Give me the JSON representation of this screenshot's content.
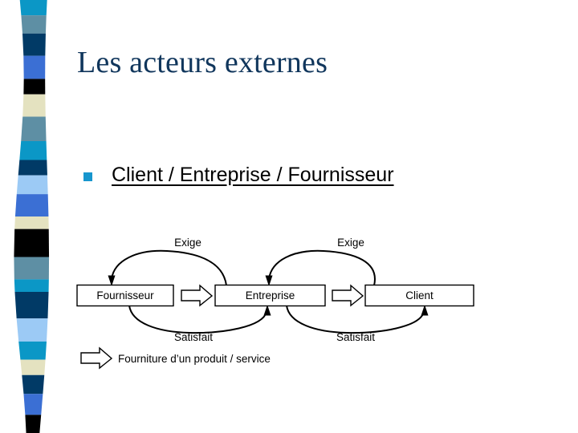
{
  "slide": {
    "title": "Les acteurs externes",
    "background_color": "#ffffff",
    "title_color": "#10365C"
  },
  "bullet": {
    "marker_icon": "square-bullet-icon",
    "marker_color": "#1796CE",
    "text": "Client / Entreprise / Fournisseur"
  },
  "stripe": {
    "name": "decorative-stripe",
    "bands": [
      {
        "color": "#0B97C6",
        "height": 22
      },
      {
        "color": "#5E8FA4",
        "height": 26
      },
      {
        "color": "#013A66",
        "height": 32
      },
      {
        "color": "#3B6FD4",
        "height": 33
      },
      {
        "color": "#000000",
        "height": 22
      },
      {
        "color": "#E4E2C0",
        "height": 32
      },
      {
        "color": "#5E8FA4",
        "height": 35
      },
      {
        "color": "#0B97C6",
        "height": 27
      },
      {
        "color": "#013A66",
        "height": 22
      },
      {
        "color": "#9CCAF5",
        "height": 27
      },
      {
        "color": "#3B6FD4",
        "height": 32
      },
      {
        "color": "#E4E2C0",
        "height": 18
      },
      {
        "color": "#000000",
        "height": 40
      },
      {
        "color": "#5E8FA4",
        "height": 32
      },
      {
        "color": "#0B97C6",
        "height": 18
      },
      {
        "color": "#013A66",
        "height": 38
      },
      {
        "color": "#9CCAF5",
        "height": 33
      },
      {
        "color": "#0B97C6",
        "height": 26
      },
      {
        "color": "#E4E2C0",
        "height": 22
      },
      {
        "color": "#013A66",
        "height": 27
      },
      {
        "color": "#3B6FD4",
        "height": 30
      },
      {
        "color": "#000000",
        "height": 26
      }
    ]
  },
  "diagram": {
    "name": "actors-flow-diagram",
    "boxes": [
      {
        "id": "fournisseur",
        "label": "Fournisseur"
      },
      {
        "id": "entreprise",
        "label": "Entreprise"
      },
      {
        "id": "client",
        "label": "Client"
      }
    ],
    "arc_labels": {
      "exige_left": "Exige",
      "exige_right": "Exige",
      "satisfait_left": "Satisfait",
      "satisfait_right": "Satisfait"
    },
    "legend": {
      "arrow_icon": "block-arrow-right-icon",
      "text": "Fourniture d’un produit / service"
    },
    "flow_arrows": [
      {
        "id": "flow-fournisseur-entreprise",
        "icon": "block-arrow-right-icon"
      },
      {
        "id": "flow-entreprise-client",
        "icon": "block-arrow-right-icon"
      }
    ]
  }
}
